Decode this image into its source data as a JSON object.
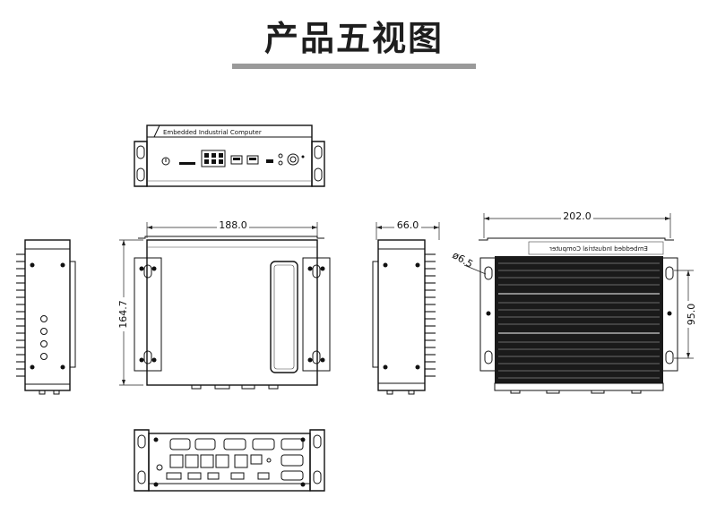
{
  "title": "产品五视图",
  "brand_text": "Embedded Industrial Computer",
  "dimensions": {
    "top_width": "188.0",
    "height": "164.7",
    "side_depth": "66.0",
    "back_width": "202.0",
    "hole_dia": "ø6.5",
    "hole_spacing": "95.0"
  },
  "colors": {
    "line": "#111111",
    "title_bar": "#9a9a9a",
    "heatsink": "#1a1a1a"
  }
}
